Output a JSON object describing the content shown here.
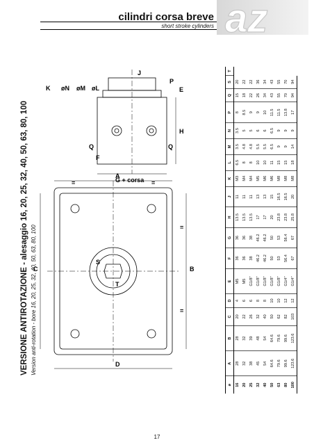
{
  "header": {
    "title": "cilindri corsa breve",
    "subtitle": "short stroke cylinders",
    "logo_text": "az"
  },
  "section": {
    "title": "VERSIONE ANTIROTAZIONE - alesaggio 16, 20, 25, 32, 40, 50, 63, 80, 100",
    "subtitle": "Version anti-rotation - bore 16, 20, 25, 32, 40, 50, 63, 80, 100"
  },
  "drawing_labels": {
    "A": "A",
    "B": "B",
    "C": "C",
    "D": "D",
    "S": "S",
    "T": "T",
    "F": "F",
    "Q": "Q",
    "G_stroke": "G + corsa",
    "H": "H",
    "J": "J",
    "P": "P",
    "E": "E",
    "phiK": "K",
    "phiN": "øN",
    "phiM": "øM",
    "phiL": "øL",
    "eq": "="
  },
  "table": {
    "headers": [
      "ø",
      "A",
      "B",
      "C",
      "D",
      "E",
      "F",
      "G",
      "H",
      "J",
      "K",
      "L",
      "M",
      "N",
      "P",
      "Q",
      "S",
      "T"
    ],
    "rows": [
      [
        "16",
        "28",
        "28",
        "20",
        "4",
        "M5",
        "36",
        "36",
        "13.5",
        "11",
        "M3",
        "6.5",
        "3.5",
        "3.5",
        "8",
        "15",
        "20"
      ],
      [
        "20",
        "32",
        "32",
        "22",
        "6",
        "M5",
        "36",
        "36",
        "13.5",
        "11",
        "M4",
        "8",
        "4.8",
        "5",
        "8.5",
        "18",
        "22"
      ],
      [
        "25",
        "38",
        "39",
        "26",
        "6",
        "G1/8\"",
        "38",
        "38",
        "13.5",
        "11",
        "M4",
        "8",
        "4.8",
        "5",
        "9",
        "22",
        "22"
      ],
      [
        "32",
        "45",
        "48",
        "32",
        "8",
        "G1/8\"",
        "46.2",
        "46.2",
        "17",
        "13",
        "M5",
        "10",
        "5.5",
        "6",
        "9",
        "26",
        "36"
      ],
      [
        "40",
        "54",
        "54",
        "40",
        "8",
        "G1/8\"",
        "46.2",
        "46.2",
        "17",
        "13",
        "M6",
        "10",
        "5.5",
        "6",
        "10",
        "34",
        "34"
      ],
      [
        "50",
        "64.6",
        "64.6",
        "50",
        "10",
        "G1/8\"",
        "50",
        "50",
        "20",
        "15",
        "M6",
        "11",
        "6.5",
        "6.5",
        "11.5",
        "43",
        "43"
      ],
      [
        "63",
        "79.6",
        "79.6",
        "62",
        "10",
        "G1/8\"",
        "53",
        "53",
        "23.8",
        "16.5",
        "M8",
        "15",
        "9",
        "9",
        "11.5",
        "55",
        "55"
      ],
      [
        "80",
        "99.6",
        "99.6",
        "82",
        "12",
        "G1/4\"",
        "56.4",
        "56.4",
        "23.8",
        "16.5",
        "M8",
        "15",
        "9",
        "9",
        "13.8",
        "70",
        "70"
      ],
      [
        "100",
        "123.6",
        "123.6",
        "103",
        "12",
        "G1/4\"",
        "67",
        "67",
        "25.8",
        "20",
        "M8",
        "18",
        "14",
        "9",
        "17",
        "94",
        "94"
      ]
    ]
  },
  "page_number": "17"
}
